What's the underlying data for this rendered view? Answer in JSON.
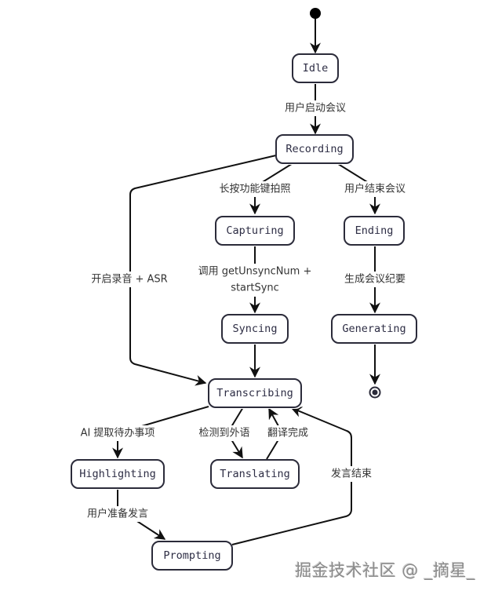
{
  "diagram": {
    "type": "state-machine",
    "states": {
      "idle": "Idle",
      "recording": "Recording",
      "capturing": "Capturing",
      "syncing": "Syncing",
      "ending": "Ending",
      "generating": "Generating",
      "transcribing": "Transcribing",
      "highlighting": "Highlighting",
      "translating": "Translating",
      "prompting": "Prompting"
    },
    "transitions": [
      {
        "from": "start",
        "to": "idle",
        "label": ""
      },
      {
        "from": "idle",
        "to": "recording",
        "label": "用户启动会议"
      },
      {
        "from": "recording",
        "to": "capturing",
        "label": "长按功能键拍照"
      },
      {
        "from": "recording",
        "to": "ending",
        "label": "用户结束会议"
      },
      {
        "from": "recording",
        "to": "transcribing",
        "label": "开启录音 + ASR"
      },
      {
        "from": "capturing",
        "to": "syncing",
        "label": "调用 getUnsyncNum + startSync"
      },
      {
        "from": "syncing",
        "to": "transcribing",
        "label": ""
      },
      {
        "from": "ending",
        "to": "generating",
        "label": "生成会议纪要"
      },
      {
        "from": "generating",
        "to": "end",
        "label": ""
      },
      {
        "from": "transcribing",
        "to": "highlighting",
        "label": "AI 提取待办事项"
      },
      {
        "from": "transcribing",
        "to": "translating",
        "label": "检测到外语"
      },
      {
        "from": "translating",
        "to": "transcribing",
        "label": "翻译完成"
      },
      {
        "from": "highlighting",
        "to": "prompting",
        "label": "用户准备发言"
      },
      {
        "from": "prompting",
        "to": "transcribing",
        "label": "发言结束"
      }
    ],
    "labels": {
      "idle_recording": "用户启动会议",
      "rec_capturing": "长按功能键拍照",
      "rec_ending": "用户结束会议",
      "rec_transcribing": "开启录音 + ASR",
      "cap_sync_line1": "调用 getUnsyncNum +",
      "cap_sync_line2": "startSync",
      "ending_generating": "生成会议纪要",
      "trans_highlight": "AI 提取待办事项",
      "trans_translate": "检测到外语",
      "translate_trans": "翻译完成",
      "highlight_prompt": "用户准备发言",
      "prompt_trans": "发言结束"
    }
  },
  "watermark": "掘金技术社区 @ _摘星_"
}
